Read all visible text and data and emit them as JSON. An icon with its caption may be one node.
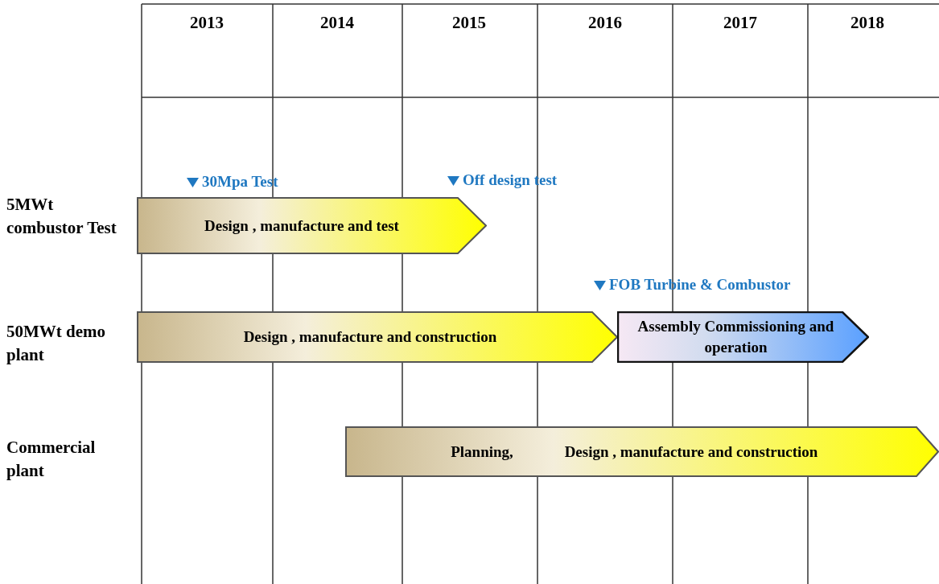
{
  "diagram": {
    "nodes": [
      {
        "text": [
          "Design , manufacture and test"
        ]
      },
      {
        "text": [
          "Design , manufacture and construction"
        ]
      },
      {
        "text": [
          "Assembly  Commissioning and operation"
        ]
      },
      {
        "text": [
          "Planning,",
          "Design , manufacture and construction"
        ]
      }
    ],
    "labels": [
      "2013",
      "2014",
      "2015",
      "2016",
      "2017",
      "2018",
      "30Mpa Test",
      "Off design test",
      "5MWt combustor Test",
      "FOB Turbine & Combustor",
      "50MWt demo plant",
      "Commercial plant"
    ]
  }
}
